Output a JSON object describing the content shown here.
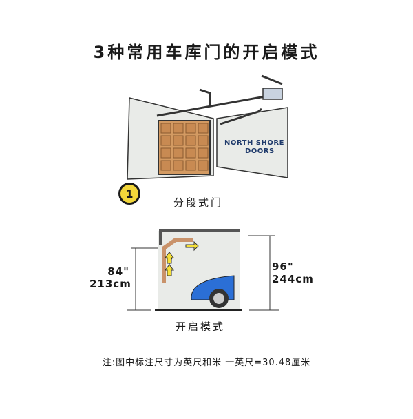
{
  "title": "3种常用车库门的开启模式",
  "section1": {
    "number": "1",
    "name": "分段式门",
    "logo": {
      "line1": "NORTH SHORE",
      "line2": "DOORS",
      "color": "#1f3a6b"
    }
  },
  "diagram": {
    "caption": "开启模式",
    "left_dim": {
      "inches": "84\"",
      "cm": "213cm"
    },
    "right_dim": {
      "inches": "96\"",
      "cm": "244cm"
    }
  },
  "note": "注:图中标注尺寸为英尺和米 一英尺=30.48厘米",
  "colors": {
    "door": "#d39a62",
    "wall": "#e9ebe8",
    "car": "#2b6fd6",
    "arrow": "#f5e03a",
    "badge": "#f2d63a"
  }
}
